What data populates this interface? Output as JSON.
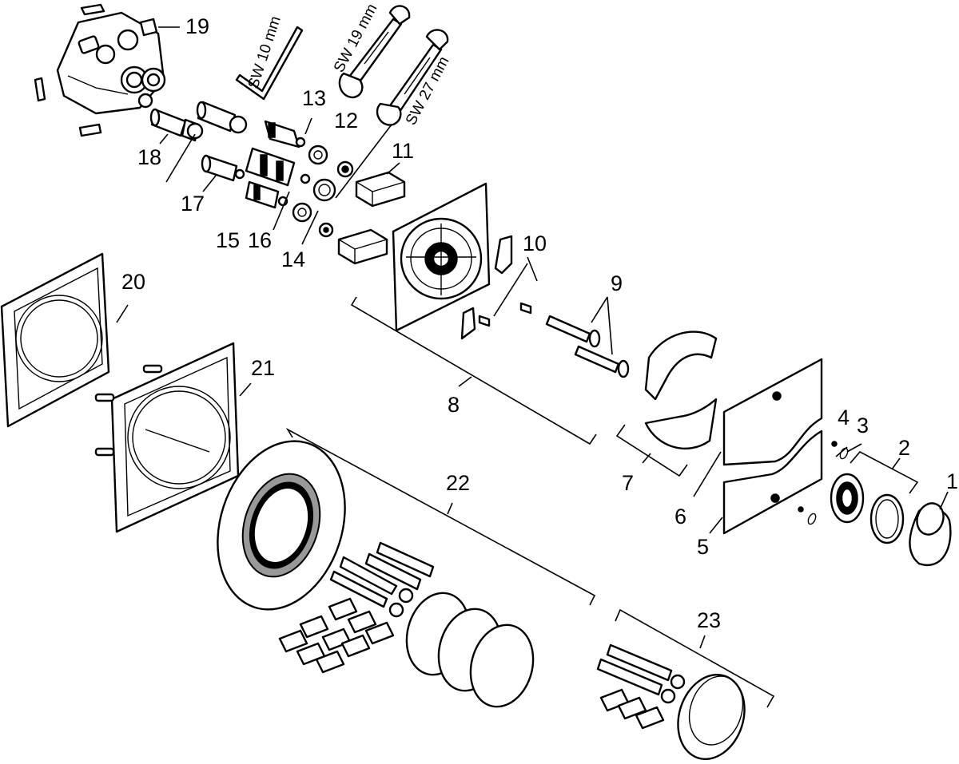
{
  "labels": {
    "n1": "1",
    "n2": "2",
    "n3": "3",
    "n4": "4",
    "n5": "5",
    "n6": "6",
    "n7": "7",
    "n8": "8",
    "n9": "9",
    "n10": "10",
    "n11": "11",
    "n12": "12",
    "n13": "13",
    "n14": "14",
    "n15": "15",
    "n16": "16",
    "n17": "17",
    "n18": "18",
    "n19": "19",
    "n20": "20",
    "n21": "21",
    "n22": "22",
    "n23": "23"
  },
  "tools": {
    "hex_key": "SW 10 mm",
    "wrench_19": "SW 19 mm",
    "wrench_27": "SW 27 mm"
  }
}
